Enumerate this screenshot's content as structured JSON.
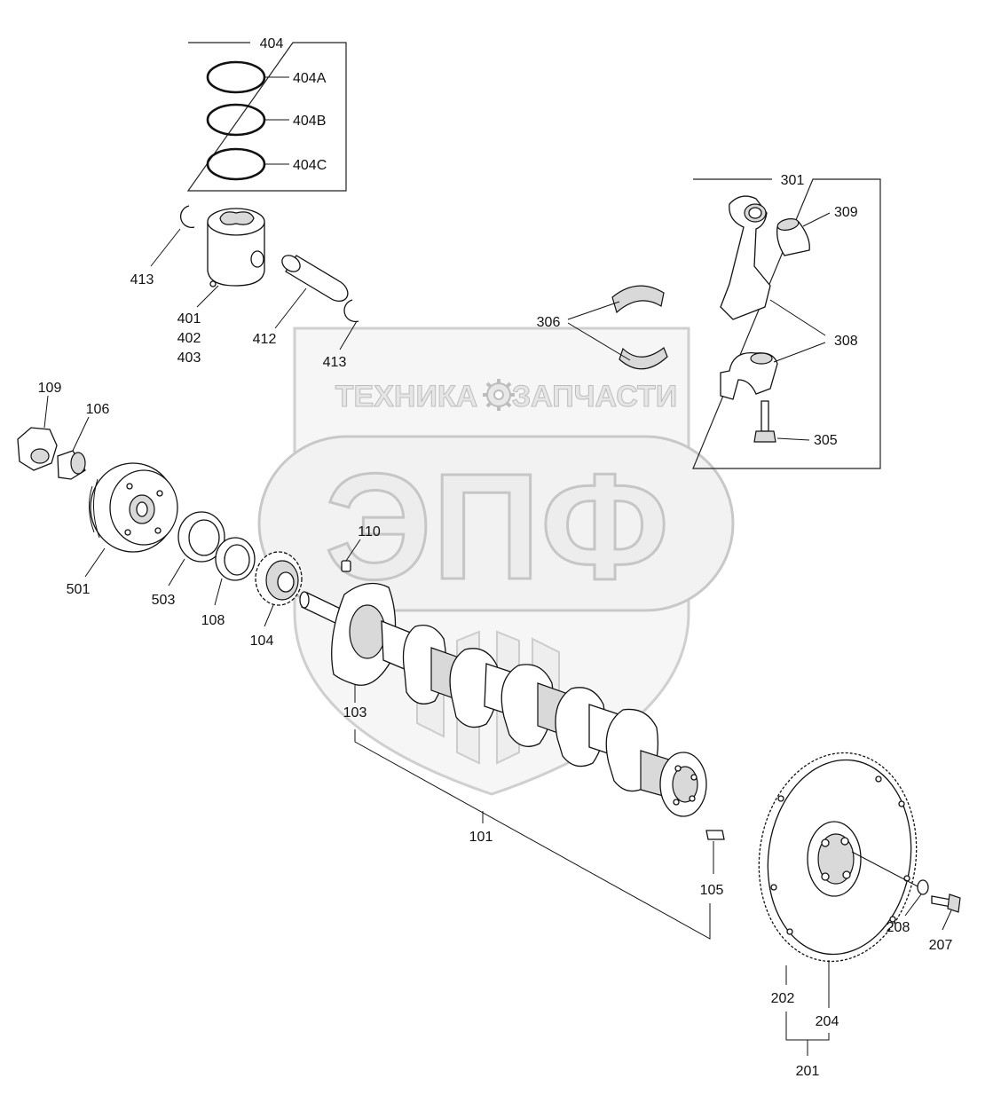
{
  "watermark": {
    "top_text_left": "ТЕХНИКА",
    "top_text_right": "ЗАПЧАСТИ",
    "logo_text": "ЭПФ",
    "gear_icon": "gear-icon"
  },
  "labels": {
    "p404": "404",
    "p404A": "404A",
    "p404B": "404B",
    "p404C": "404C",
    "p413a": "413",
    "p401": "401",
    "p402": "402",
    "p403": "403",
    "p412": "412",
    "p413b": "413",
    "p301": "301",
    "p309": "309",
    "p306": "306",
    "p308": "308",
    "p305": "305",
    "p109": "109",
    "p106": "106",
    "p501": "501",
    "p503": "503",
    "p108": "108",
    "p104": "104",
    "p110": "110",
    "p103": "103",
    "p101": "101",
    "p105": "105",
    "p202": "202",
    "p204": "204",
    "p201": "201",
    "p208": "208",
    "p207": "207"
  }
}
